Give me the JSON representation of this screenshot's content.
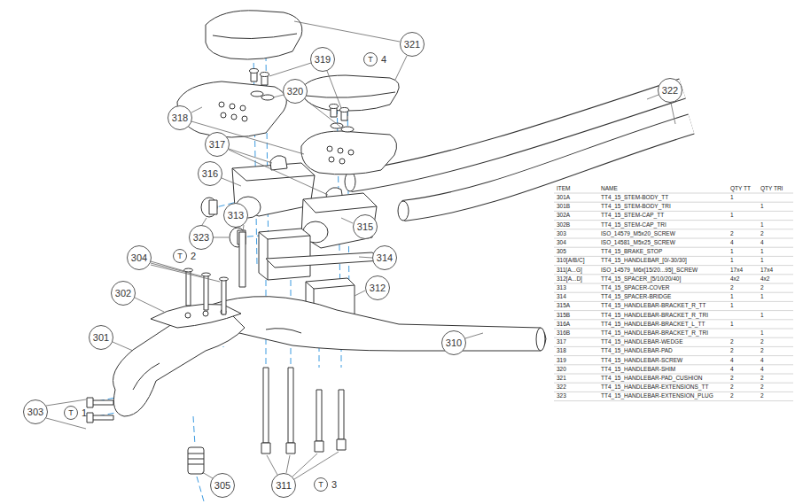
{
  "diagram": {
    "nodes": [
      {
        "text": [
          "321"
        ]
      },
      {
        "text": [
          "319"
        ]
      },
      {
        "text": [
          "T"
        ]
      },
      {
        "text": [
          "320"
        ]
      },
      {
        "text": [
          "322"
        ]
      },
      {
        "text": [
          "318"
        ]
      },
      {
        "text": [
          "317"
        ]
      },
      {
        "text": [
          "316"
        ]
      },
      {
        "text": [
          "313"
        ]
      },
      {
        "text": [
          "323"
        ]
      },
      {
        "text": [
          "315"
        ]
      },
      {
        "text": [
          "304"
        ]
      },
      {
        "text": [
          "T"
        ]
      },
      {
        "text": [
          "314"
        ]
      },
      {
        "text": [
          "302"
        ]
      },
      {
        "text": [
          "312"
        ]
      },
      {
        "text": [
          "301"
        ]
      },
      {
        "text": [
          "310"
        ]
      },
      {
        "text": [
          "303"
        ]
      },
      {
        "text": [
          "T"
        ]
      },
      {
        "text": [
          "305"
        ]
      },
      {
        "text": [
          "311"
        ]
      },
      {
        "text": [
          "T"
        ]
      }
    ],
    "labels": [
      "4",
      "2",
      "1",
      "3",
      "ITEM",
      "NAME",
      "QTY TT",
      "QTY TRI",
      "301A",
      "TT4_15_STEM-BODY_TT",
      "1",
      "301B",
      "TT4_15_STEM-BODY_TRI",
      "1",
      "302A",
      "TT4_15_STEM-CAP_TT",
      "1",
      "302B",
      "TT4_15_STEM-CAP_TRI",
      "1",
      "303",
      "ISO_14579_M5x20_SCREW",
      "2",
      "2",
      "304",
      "ISO_14581_M5x25_SCREW",
      "4",
      "4",
      "305",
      "TT4_15_BRAKE_STOP",
      "1",
      "1",
      "310[A/B/C]",
      "TT4_15_HANDLEBAR_[0/-30/30]",
      "1",
      "1",
      "311[A...G]",
      "ISO_14579_M6x[15/20...95]_SCREW",
      "17x4",
      "17x4",
      "312[A...D]",
      "TT4_15_SPACER_[5/10/20/40]",
      "4x2",
      "4x2",
      "313",
      "TT4_15_SPACER-COVER",
      "2",
      "2",
      "314",
      "TT4_15_SPACER-BRIDGE",
      "1",
      "1",
      "315A",
      "TT4_15_HANDLEBAR-BRACKET_R_TT",
      "1",
      "315B",
      "TT4_15_HANDLEBAR-BRACKET_R_TRI",
      "1",
      "316A",
      "TT4_15_HANDLEBAR-BRACKET_L_TT",
      "1",
      "316B",
      "TT4_15_HANDLEBAR-BRACKET_R_TRI",
      "1",
      "317",
      "TT4_15_HANDLEBAR-WEDGE",
      "2",
      "2",
      "318",
      "TT4_15_HANDLEBAR-PAD",
      "2",
      "2",
      "319",
      "TT4_15_HANDLEBAR-SCREW",
      "4",
      "4",
      "320",
      "TT4_15_HANDLEBAR-SHIM",
      "4",
      "4",
      "321",
      "TT4_15_HANDLEBAR-PAD_CUSHION",
      "2",
      "2",
      "322",
      "TT4_15_HANDLEBAR-EXTENSIONS_TT",
      "2",
      "2",
      "323",
      "TT4_15_HANDLEBAR-EXTENSION_PLUG",
      "2",
      "2"
    ]
  }
}
